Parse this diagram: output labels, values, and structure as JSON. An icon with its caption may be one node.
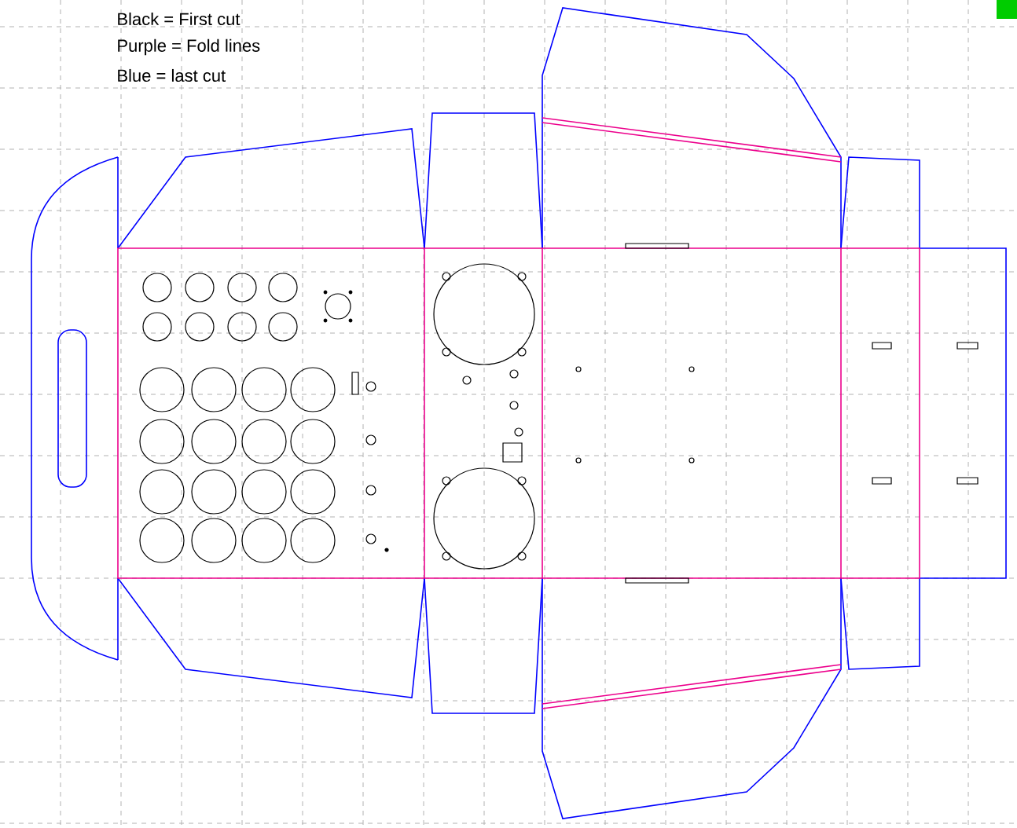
{
  "diagram": {
    "labels": [
      "Black = First cut",
      "Purple = Fold lines",
      "Blue = last cut"
    ]
  }
}
